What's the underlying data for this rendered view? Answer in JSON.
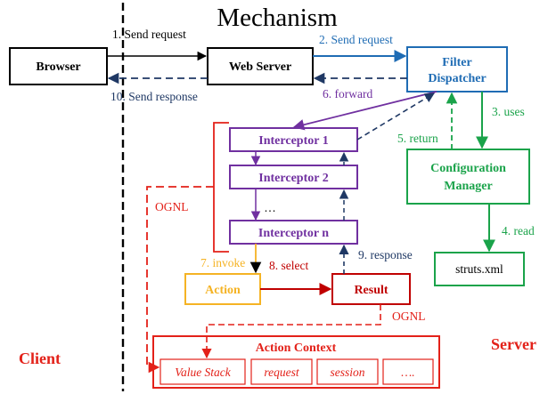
{
  "title": "Mechanism",
  "zones": {
    "client": "Client",
    "server": "Server"
  },
  "nodes": {
    "browser": "Browser",
    "web_server": "Web Server",
    "filter_dispatcher": [
      "Filter",
      "Dispatcher"
    ],
    "configuration_manager": [
      "Configuration",
      "Manager"
    ],
    "struts_xml": "struts.xml",
    "interceptors": [
      "Interceptor 1",
      "Interceptor 2",
      "…",
      "Interceptor n"
    ],
    "action": "Action",
    "result": "Result",
    "action_context": {
      "title": "Action Context",
      "items": [
        "Value Stack",
        "request",
        "session",
        "…."
      ]
    }
  },
  "edges": {
    "send_request_1": "1. Send request",
    "send_request_2": "2. Send request",
    "uses": "3. uses",
    "read": "4. read",
    "return": "5. return",
    "forward": "6. forward",
    "invoke": "7. invoke",
    "select": "8. select",
    "response": "9. response",
    "send_response": "10. Send response"
  },
  "annotations": {
    "ognl_left": "OGNL",
    "ognl_right": "OGNL"
  },
  "colors": {
    "black": "#000000",
    "blue": "#1f6cb4",
    "dark_navy": "#1f3864",
    "green": "#1aa34a",
    "purple": "#7030a0",
    "orange": "#f5b324",
    "dark_red": "#c00000",
    "red": "#e32119"
  }
}
